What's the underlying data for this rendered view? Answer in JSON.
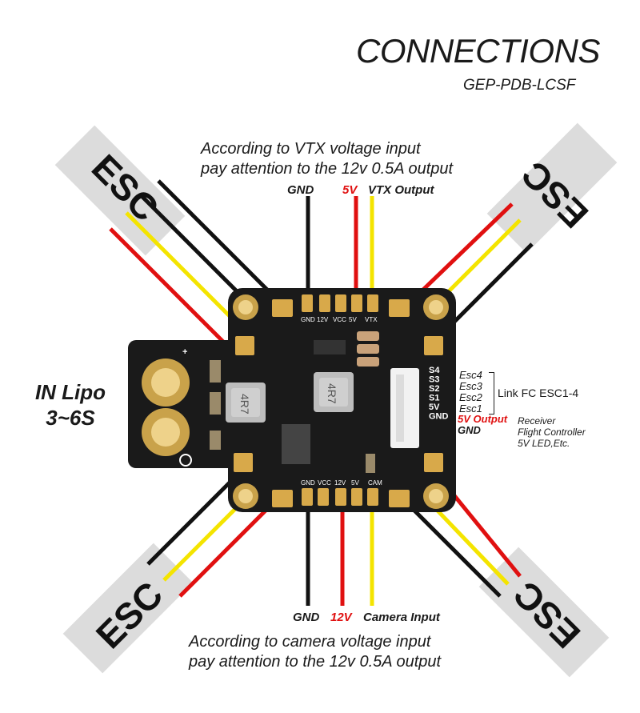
{
  "title": "CONNECTIONS",
  "model": "GEP-PDB-LCSF",
  "top_note": [
    "According to VTX voltage input",
    "pay attention to the 12v 0.5A output"
  ],
  "top_wires": {
    "gnd": "GND",
    "v5": "5V",
    "vtx": "VTX Output"
  },
  "bottom_wires": {
    "gnd": "GND",
    "v12": "12V",
    "cam": "Camera Input"
  },
  "bottom_note": [
    "According to camera voltage input",
    "pay attention to the 12v 0.5A output"
  ],
  "battery": [
    "IN Lipo",
    "3~6S"
  ],
  "esc_label": "ESC",
  "esc_pins": [
    "Esc4",
    "Esc3",
    "Esc2",
    "Esc1"
  ],
  "link_label": "Link FC ESC1-4",
  "output_label": "5V Output",
  "gnd_label": "GND",
  "receiver": [
    "Receiver",
    "Flight Controller",
    "5V LED,Etc."
  ],
  "board": {
    "top_pins": [
      "GND",
      "12V",
      "VCC",
      "5V",
      "VTX"
    ],
    "bottom_pins": [
      "GND",
      "VCC",
      "12V",
      "5V",
      "CAM"
    ],
    "side_pins": [
      "S4",
      "S3",
      "S2",
      "S1",
      "5V",
      "GND"
    ],
    "inductor_left": "4R7",
    "inductor_right": "4R7",
    "plus": "+",
    "minus": "−"
  },
  "colors": {
    "black": "#111111",
    "red": "#e01010",
    "yellow": "#f4e400",
    "board": "#1a1a1a",
    "gold": "#c9a24a",
    "esc_bg": "#dcdcdc"
  }
}
